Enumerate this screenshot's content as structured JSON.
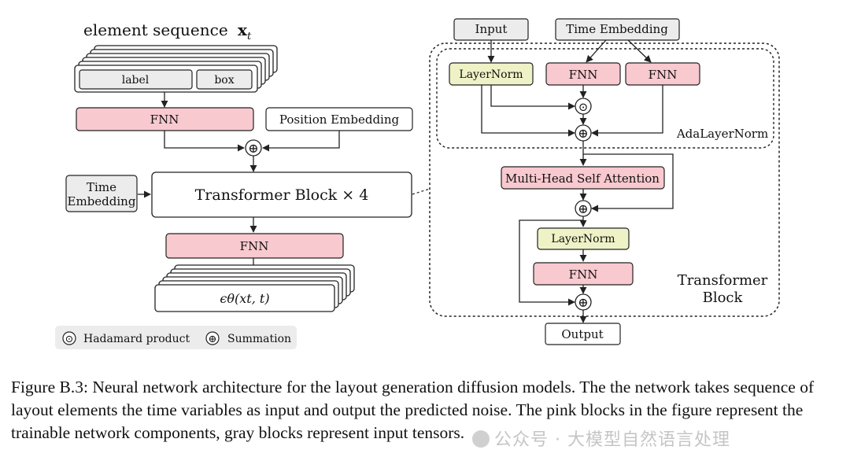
{
  "colors": {
    "pink": "#f8c9cf",
    "gray": "#ececec",
    "yellow": "#eef2c6",
    "stroke": "#222222"
  },
  "left": {
    "sequence_title": "element sequence",
    "sequence_symbol": "x",
    "sequence_subscript": "t",
    "label_box": "label",
    "box_box": "box",
    "fnn_top": "FNN",
    "position_embedding": "Position Embedding",
    "time_embedding_line1": "Time",
    "time_embedding_line2": "Embedding",
    "transformer_block": "Transformer Block × 4",
    "fnn_bottom": "FNN",
    "output_expr": "ϵθ(xt, t)"
  },
  "legend": {
    "hadamard_symbol": "⊙",
    "hadamard_label": "Hadamard product",
    "sum_symbol": "⊕",
    "sum_label": "Summation"
  },
  "right": {
    "input": "Input",
    "time_embedding": "Time Embedding",
    "layernorm_top": "LayerNorm",
    "fnn_a": "FNN",
    "fnn_b": "FNN",
    "hadamard_symbol": "⊙",
    "sum_symbol": "⊕",
    "adalayernorm": "AdaLayerNorm",
    "mhsa": "Multi-Head Self Attention",
    "layernorm_bottom": "LayerNorm",
    "fnn_c": "FNN",
    "transformer_line1": "Transformer",
    "transformer_line2": "Block",
    "output": "Output"
  },
  "caption": "Figure B.3: Neural network architecture for the layout generation diffusion models. The the network takes sequence of layout elements the time variables as input and output the predicted noise. The pink blocks in the figure represent the trainable network components, gray blocks represent input tensors.",
  "watermark": "公众号 · 大模型自然语言处理"
}
